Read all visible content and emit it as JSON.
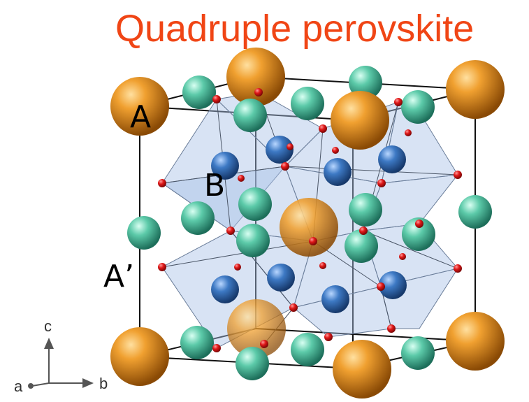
{
  "title": "Quadruple perovskite",
  "labels": {
    "a_site": "A",
    "b_site": "B",
    "a_prime_site": "A’"
  },
  "axes": {
    "c": "c",
    "a": "a",
    "b": "b"
  },
  "colors": {
    "title": "#f04515",
    "a_atom": "#e8870f",
    "a_prime_atom": "#4fc4a6",
    "b_atom": "#3d79c4",
    "oxygen": "#e01818",
    "octahedron": "#a8c2e6"
  }
}
